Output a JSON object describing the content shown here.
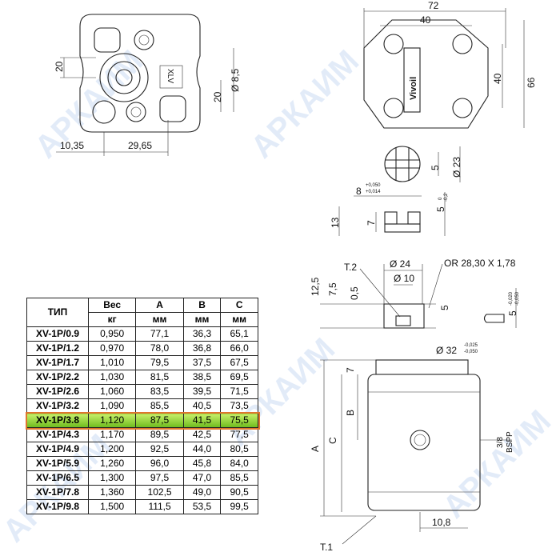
{
  "watermark": "АРКАИМ",
  "front_view": {
    "dim_20_left": "20",
    "dim_10_35": "10,35",
    "dim_29_65": "29,65",
    "dim_d8_5": "Ø 8,5",
    "dim_20_right": "20",
    "port_label": "XLV"
  },
  "top_view": {
    "dim_72": "72",
    "dim_40_h": "40",
    "dim_40_v": "40",
    "dim_66": "66",
    "brand": "Vivoil"
  },
  "shaft_view": {
    "dim_5": "5",
    "dim_d23": "Ø 23"
  },
  "key_view": {
    "dim_8": "8",
    "tol_8_upper": "+0,050",
    "tol_8_lower": "+0,014",
    "dim_13": "13",
    "dim_7": "7",
    "dim_5": "5",
    "tol_5_upper": "0",
    "tol_5_lower": "-0,2"
  },
  "section_view": {
    "t2": "T.2",
    "dim_d24": "Ø 24",
    "dim_d10": "Ø 10",
    "oring": "OR 28,30 X 1,78",
    "dim_12_5": "12,5",
    "dim_7_5": "7,5",
    "dim_0_5": "0,5",
    "dim_5": "5",
    "key_dim_5": "5",
    "key_tol_upper": "-0,020",
    "key_tol_lower": "-0,050",
    "dim_d32": "Ø 32",
    "d32_tol_upper": "-0,025",
    "d32_tol_lower": "-0,050"
  },
  "side_view": {
    "dim_7": "7",
    "dim_B": "B",
    "dim_C": "C",
    "dim_A": "A",
    "port": "3/8",
    "port_thread": "BSPP",
    "dim_10_8": "10,8",
    "t1": "T.1"
  },
  "table": {
    "headers": {
      "type": "ТИП",
      "weight": "Вес",
      "a": "A",
      "b": "B",
      "c": "C"
    },
    "units": {
      "weight": "кг",
      "a": "мм",
      "b": "мм",
      "c": "мм"
    },
    "highlight_color": "#7cc22a",
    "rows": [
      {
        "type": "XV-1P/0.9",
        "weight": "0,950",
        "a": "77,1",
        "b": "36,3",
        "c": "65,1"
      },
      {
        "type": "XV-1P/1.2",
        "weight": "0,970",
        "a": "78,0",
        "b": "36,8",
        "c": "66,0"
      },
      {
        "type": "XV-1P/1.7",
        "weight": "1,010",
        "a": "79,5",
        "b": "37,5",
        "c": "67,5"
      },
      {
        "type": "XV-1P/2.2",
        "weight": "1,030",
        "a": "81,5",
        "b": "38,5",
        "c": "69,5"
      },
      {
        "type": "XV-1P/2.6",
        "weight": "1,060",
        "a": "83,5",
        "b": "39,5",
        "c": "71,5"
      },
      {
        "type": "XV-1P/3.2",
        "weight": "1,090",
        "a": "85,5",
        "b": "40,5",
        "c": "73,5"
      },
      {
        "type": "XV-1P/3.8",
        "weight": "1,120",
        "a": "87,5",
        "b": "41,5",
        "c": "75,5",
        "highlighted": true
      },
      {
        "type": "XV-1P/4.3",
        "weight": "1,170",
        "a": "89,5",
        "b": "42,5",
        "c": "77,5"
      },
      {
        "type": "XV-1P/4.9",
        "weight": "1,200",
        "a": "92,5",
        "b": "44,0",
        "c": "80,5"
      },
      {
        "type": "XV-1P/5.9",
        "weight": "1,260",
        "a": "96,0",
        "b": "45,8",
        "c": "84,0"
      },
      {
        "type": "XV-1P/6.5",
        "weight": "1,300",
        "a": "97,5",
        "b": "47,0",
        "c": "85,5"
      },
      {
        "type": "XV-1P/7.8",
        "weight": "1,360",
        "a": "102,5",
        "b": "49,0",
        "c": "90,5"
      },
      {
        "type": "XV-1P/9.8",
        "weight": "1,500",
        "a": "111,5",
        "b": "53,5",
        "c": "99,5"
      }
    ]
  }
}
